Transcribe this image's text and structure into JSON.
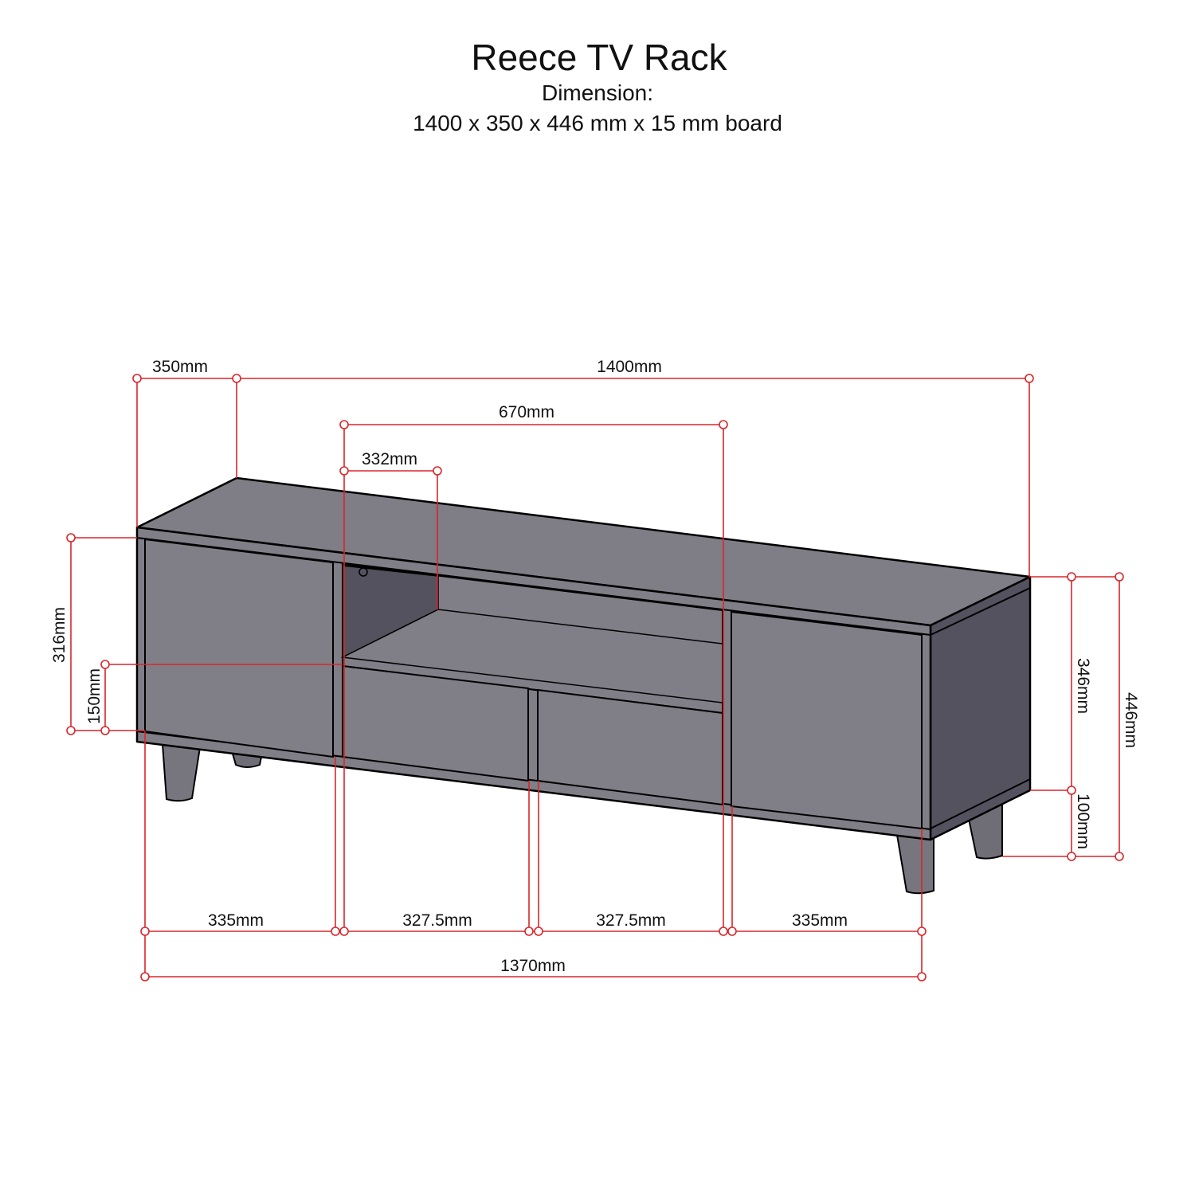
{
  "header": {
    "title": "Reece TV Rack",
    "subtitle": "Dimension:",
    "spec": "1400 x 350 x 446 mm x 15 mm board"
  },
  "colors": {
    "dimension_line": "#d9262b",
    "front_face": "#807e86",
    "top_face": "#7f7d85",
    "side_face": "#55525f",
    "outline": "#000000"
  },
  "dimensions": {
    "depth": "350mm",
    "width": "1400mm",
    "open_niche": "670mm",
    "niche_inner": "332mm",
    "door_height": "316mm",
    "drawer_height": "150mm",
    "body_height": "346mm",
    "total_height": "446mm",
    "leg_height": "100mm",
    "left_door": "335mm",
    "left_drawer": "327.5mm",
    "right_drawer": "327.5mm",
    "right_door": "335mm",
    "inner_width": "1370mm"
  }
}
